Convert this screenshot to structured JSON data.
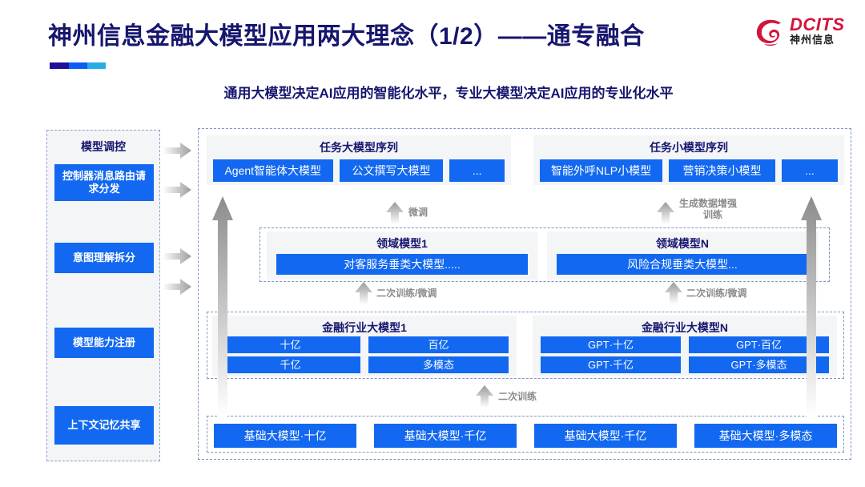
{
  "header": {
    "title": "神州信息金融大模型应用两大理念（1/2）——通专融合",
    "subtitle": "通用大模型决定AI应用的智能化水平，专业大模型决定AI应用的专业化水平",
    "logo_en": "DCITS",
    "logo_cn": "神州信息",
    "accent_colors": [
      "#1b0f9b",
      "#0b5ef0",
      "#29abe8"
    ]
  },
  "theme": {
    "title_color": "#16166e",
    "chip_blue": "#1268f0",
    "panel_gray": "#f4f5f7",
    "dash_border": "#7e96c4",
    "arrow_gray": "#a6a6a6",
    "logo_red": "#d4143c"
  },
  "control_panel": {
    "title": "模型调控",
    "items": [
      {
        "label": "控制器消息路由请求分发"
      },
      {
        "label": "意图理解拆分"
      },
      {
        "label": "模型能力注册"
      },
      {
        "label": "上下文记忆共享"
      }
    ]
  },
  "task_sequences": [
    {
      "title": "任务大模型序列",
      "chips": [
        "Agent智能体大模型",
        "公文撰写大模型",
        "..."
      ]
    },
    {
      "title": "任务小模型序列",
      "chips": [
        "智能外呼NLP小模型",
        "营销决策小模型",
        "..."
      ]
    }
  ],
  "domain_models": [
    {
      "title": "领域模型1",
      "chip": "对客服务垂类大模型....."
    },
    {
      "title": "领域模型N",
      "chip": "风险合规垂类大模型..."
    }
  ],
  "industry_models": [
    {
      "title": "金融行业大模型1",
      "chips": [
        "十亿",
        "百亿",
        "千亿",
        "多模态"
      ]
    },
    {
      "title": "金融行业大模型N",
      "chips": [
        "GPT·十亿",
        "GPT·百亿",
        "GPT·千亿",
        "GPT·多模态"
      ]
    }
  ],
  "base_models": {
    "chips": [
      "基础大模型·十亿",
      "基础大模型·千亿",
      "基础大模型·千亿",
      "基础大模型·多模态"
    ]
  },
  "arrow_labels": {
    "fine_tune": "微调",
    "data_augment_line1": "生成数据增强",
    "data_augment_line2": "训练",
    "retrain_finetune_left": "二次训练/微调",
    "retrain_finetune_right": "二次训练/微调",
    "retrain": "二次训练"
  }
}
